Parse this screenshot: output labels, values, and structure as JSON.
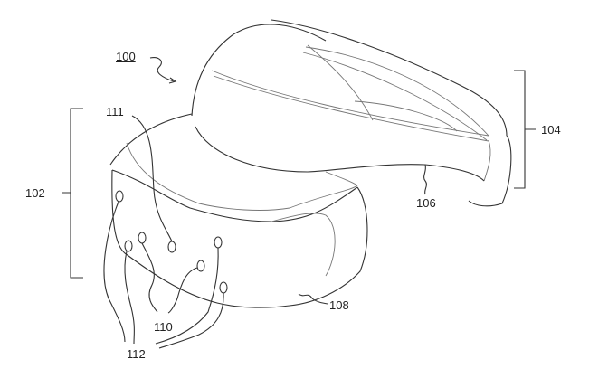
{
  "figure": {
    "labels": {
      "device": "100",
      "sensor_center": "111",
      "front_unit": "102",
      "headband": "104",
      "band_edge": "106",
      "lens_housing": "108",
      "light_sources": "110",
      "leads": "112"
    }
  }
}
